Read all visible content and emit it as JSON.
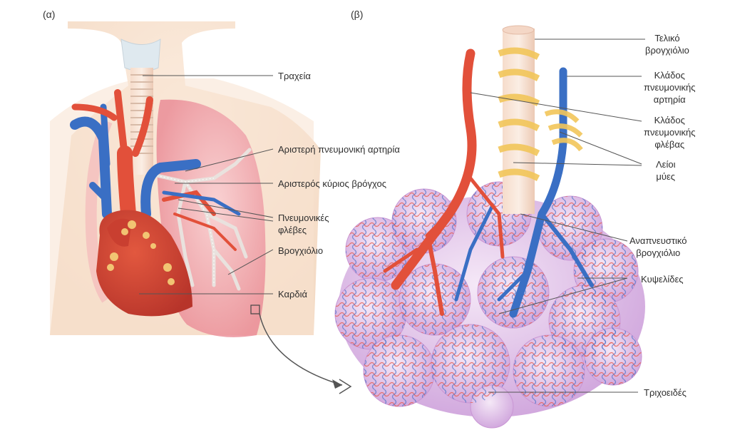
{
  "panels": {
    "a": "(α)",
    "b": "(β)"
  },
  "labels_a": {
    "trachea": "Τραχεία",
    "left_pulmonary_artery": "Αριστερή πνευμονική αρτηρία",
    "left_main_bronchus": "Αριστερός κύριος βρόγχος",
    "pulmonary_veins_1": "Πνευμονικές",
    "pulmonary_veins_2": "φλέβες",
    "bronchiole": "Βρογχιόλιο",
    "heart": "Καρδιά"
  },
  "labels_b": {
    "terminal_bronchiole_1": "Τελικό",
    "terminal_bronchiole_2": "βρογχιόλιο",
    "pulm_artery_branch_1": "Κλάδος",
    "pulm_artery_branch_2": "πνευμονικής",
    "pulm_artery_branch_3": "αρτηρία",
    "pulm_vein_branch_1": "Κλάδος",
    "pulm_vein_branch_2": "πνευμονικής",
    "pulm_vein_branch_3": "φλέβας",
    "smooth_muscle_1": "Λείοι",
    "smooth_muscle_2": "μύες",
    "resp_bronchiole_1": "Αναπνευστικό",
    "resp_bronchiole_2": "βρογχιόλιο",
    "alveoli": "Κυψελίδες",
    "capillaries": "Τριχοειδές"
  },
  "colors": {
    "artery": "#e2503a",
    "vein": "#3a6fc4",
    "lung": "#f0a9b0",
    "alveoli": "#e6c8ee",
    "muscle": "#f6d27a",
    "skin": "#f6e1cc",
    "leader": "#555555"
  }
}
